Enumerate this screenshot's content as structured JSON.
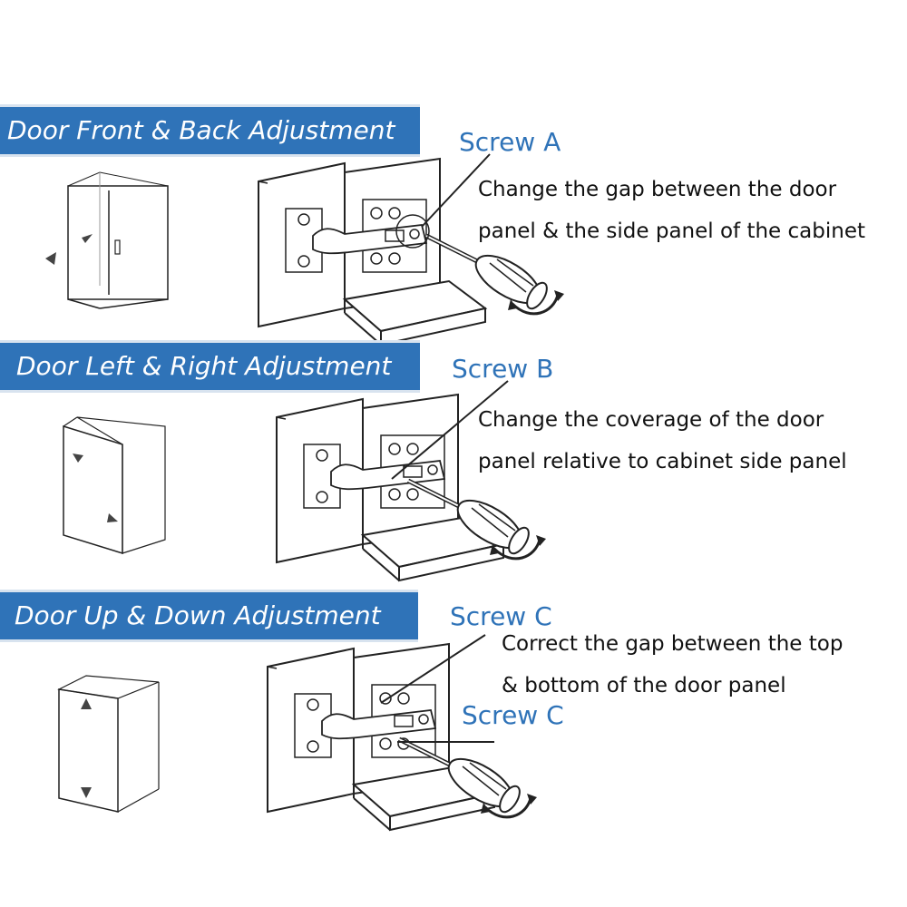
{
  "sections": [
    {
      "title": "Door Front & Back Adjustment",
      "screw_label": "Screw A",
      "description_lines": [
        "Change the gap between the door",
        "panel & the side panel of the cabinet"
      ]
    },
    {
      "title": "Door Left & Right Adjustment",
      "screw_label": "Screw B",
      "description_lines": [
        "Change the coverage of the door",
        "panel relative to cabinet side panel"
      ]
    },
    {
      "title": "Door Up & Down Adjustment",
      "screw_labels": [
        "Screw C",
        "Screw C"
      ],
      "description_lines": [
        "Correct the gap between the top",
        "& bottom of the door panel"
      ]
    }
  ],
  "colors": {
    "banner": "#2f73b8",
    "label": "#2f73b8",
    "line_art": "#222222"
  }
}
